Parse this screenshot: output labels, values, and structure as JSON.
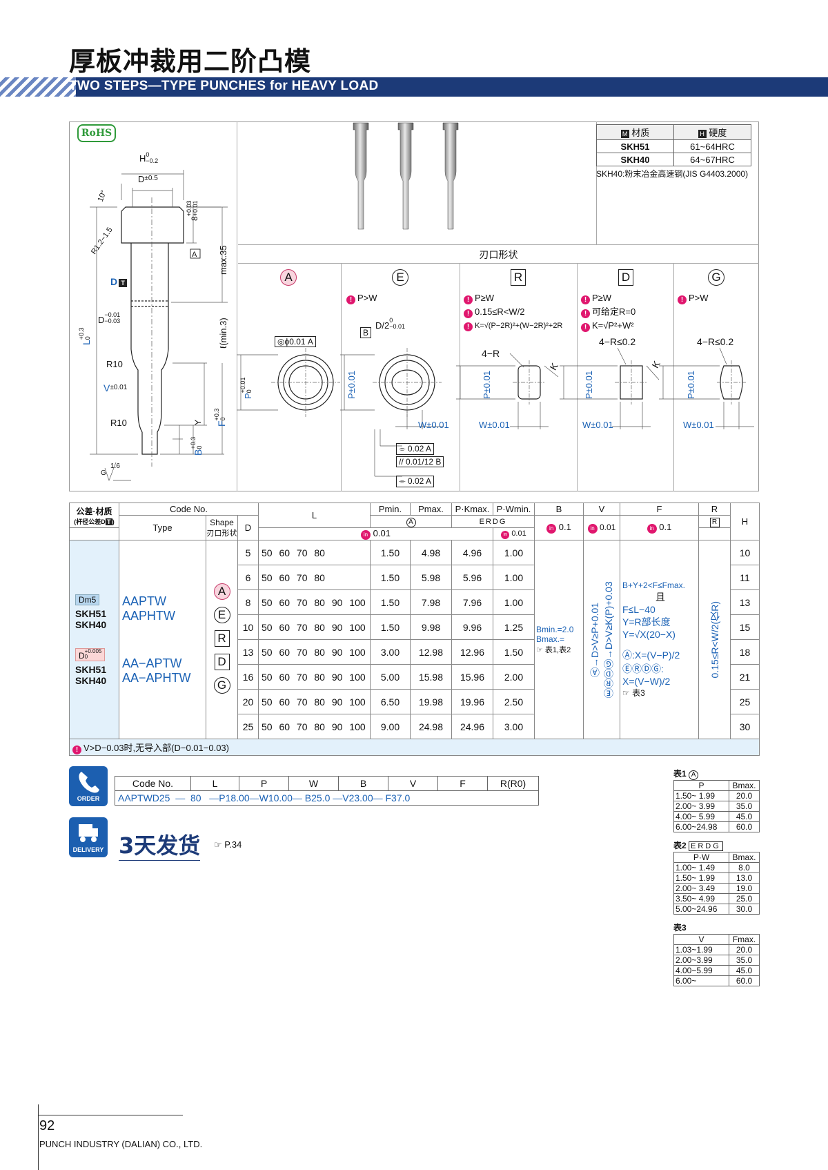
{
  "header": {
    "title_cn": "厚板冲裁用二阶凸模",
    "title_en": "TWO STEPS—TYPE PUNCHES for HEAVY LOAD"
  },
  "badge": {
    "rohs": "RoHS"
  },
  "drawing_labels": {
    "h_tol": "H",
    "h_tol_sup": "0",
    "h_tol_sub": "−0.2",
    "d_tol": "D",
    "d_tol_val": "±0.5",
    "angle": "10°",
    "r_head": "R1.2~1.5",
    "head_h": "8",
    "head_h_sup": "+0.03",
    "head_h_sub": "+0.01",
    "ref_a": "A",
    "max35": "max.35",
    "d_t": "D",
    "d_t_icon": "T",
    "d_shank": "D",
    "d_shank_sup": "−0.01",
    "d_shank_sub": "−0.03",
    "l_main": "L",
    "l_main_sup": "+0.3",
    "l_main_sub": "0",
    "l_min": "ℓ(min.3)",
    "r10a": "R10",
    "v_tol": "V",
    "v_tol_val": "±0.01",
    "r10b": "R10",
    "y_label": "Y",
    "f_label": "F",
    "f_sup": "+0.3",
    "f_sub": "0",
    "b_label": "B",
    "b_sup": "+0.3",
    "b_sub": "0",
    "roughness": "1.6",
    "g_label": "G"
  },
  "material": {
    "col1": "材质",
    "col2": "硬度",
    "col1_icon": "M",
    "col2_icon": "H",
    "rows": [
      {
        "mat": "SKH51",
        "hard": "61~64HRC"
      },
      {
        "mat": "SKH40",
        "hard": "64~67HRC"
      }
    ],
    "note": "SKH40:粉末冶金高速钢(JIS G4403.2000)"
  },
  "shapes": {
    "header": "刃口形状",
    "list": [
      {
        "letter": "A",
        "conds": []
      },
      {
        "letter": "E",
        "conds": [
          "P>W"
        ]
      },
      {
        "letter": "R",
        "conds": [
          "P≥W",
          "0.15≤R<W/2",
          "K=√(P−2R)²+(W−2R)²+2R"
        ]
      },
      {
        "letter": "D",
        "conds": [
          "P≥W",
          "可给定R=0",
          "K=√P²+W²"
        ]
      },
      {
        "letter": "G",
        "conds": [
          "P>W"
        ]
      }
    ],
    "labels": {
      "conc": "◎ϕ0.01 A",
      "p_tol": "P",
      "p_sup": "+0.01",
      "p_sub": "0",
      "p_tol2": "P±0.01",
      "w_tol": "W±0.01",
      "d2": "D/2",
      "d2_sup": "0",
      "d2_sub": "−0.01",
      "b_ref": "B",
      "sym1": "⌯ 0.02 A",
      "par1": "// 0.01/12 B",
      "sym2": "⌯ 0.02 A",
      "r4": "4−R",
      "r4b": "4−R≤0.2",
      "k": "K"
    }
  },
  "main_table": {
    "h_code": "Code No.",
    "h_tol_mat": "公差·材质",
    "h_tol_mat_sub": "(杆径公差D",
    "h_tol_mat_sub2": "T",
    "h_tol_mat_sub3": ")",
    "h_type": "Type",
    "h_shape": "Shape",
    "h_shape_cn": "刃口形状",
    "h_d": "D",
    "h_l": "L",
    "h_pmin": "Pmin.",
    "h_pmax": "Pmax.",
    "h_pk": "P·Kmax.",
    "h_pw": "P·Wmin.",
    "h_b": "B",
    "h_v": "V",
    "h_f": "F",
    "h_r": "R",
    "h_h": "H",
    "sub_a": "A",
    "sub_erdg": "ERDG",
    "sub_r": "R",
    "in_icon": "in",
    "tol_001": "0.01",
    "tol_01": "0.1",
    "dm5": "Dm5",
    "mat1": "SKH51",
    "mat2": "SKH40",
    "type1": "AAPTW",
    "type2": "AAPHTW",
    "d_pink": "D",
    "d_pink_sup": "+0.005",
    "d_pink_sub": "0",
    "type3": "AA−APTW",
    "type4": "AA−APHTW",
    "shape_letters": [
      "A",
      "E",
      "R",
      "D",
      "G"
    ],
    "rows": [
      {
        "d": "5",
        "l": "50 60 70 80",
        "pmin": "1.50",
        "pmax": "4.98",
        "pk": "4.96",
        "pw": "1.00",
        "h": "10"
      },
      {
        "d": "6",
        "l": "50 60 70 80",
        "pmin": "1.50",
        "pmax": "5.98",
        "pk": "5.96",
        "pw": "1.00",
        "h": "11"
      },
      {
        "d": "8",
        "l": "50 60 70 80 90 100",
        "pmin": "1.50",
        "pmax": "7.98",
        "pk": "7.96",
        "pw": "1.00",
        "h": "13"
      },
      {
        "d": "10",
        "l": "50 60 70 80 90 100",
        "pmin": "1.50",
        "pmax": "9.98",
        "pk": "9.96",
        "pw": "1.25",
        "h": "15"
      },
      {
        "d": "13",
        "l": "50 60 70 80 90 100",
        "pmin": "3.00",
        "pmax": "12.98",
        "pk": "12.96",
        "pw": "1.50",
        "h": "18"
      },
      {
        "d": "16",
        "l": "50 60 70 80 90 100",
        "pmin": "5.00",
        "pmax": "15.98",
        "pk": "15.96",
        "pw": "2.00",
        "h": "21"
      },
      {
        "d": "20",
        "l": "50 60 70 80 90 100",
        "pmin": "6.50",
        "pmax": "19.98",
        "pk": "19.96",
        "pw": "2.50",
        "h": "25"
      },
      {
        "d": "25",
        "l": "50 60 70 80 90 100",
        "pmin": "9.00",
        "pmax": "24.98",
        "pk": "24.96",
        "pw": "3.00",
        "h": "30"
      }
    ],
    "b_text1": "Bmin.=2.0",
    "b_text2": "Bmax.=",
    "b_text3": "☞ 表1,表2",
    "v_text": "Ⓐ→D>V≥P+0.01   ⒺⓇⒹⒼ→D>V≥K(P)+0.03",
    "f_text1": "B+Y+2<F≤Fmax.",
    "f_text2": "且",
    "f_text3": "F≤L−40",
    "f_text4": "Y=R部长度",
    "f_text5": "Y=√X(20−X)",
    "f_text6": "Ⓐ:X=(V−P)/2",
    "f_text7": "ⒺⓇⒹⒼ:",
    "f_text8": "X=(V−W)/2",
    "f_text9": "☞ 表3",
    "r_text": "0.15≤R<W/2(仅R)",
    "footnote": "V>D−0.03时,无导入部(D−0.01−0.03)"
  },
  "order": {
    "icon_label": "ORDER",
    "headers": [
      "Code No.",
      "L",
      "P",
      "W",
      "B",
      "V",
      "F",
      "R(R0)"
    ],
    "example": "AAPTWD25  —  80   —P18.00—W10.00— B25.0 —V23.00— F37.0"
  },
  "delivery": {
    "icon_label": "DELIVERY",
    "text": "3天发货",
    "ref": "☞ P.34"
  },
  "side_tables": [
    {
      "title": "表1",
      "tag": "A",
      "headers": [
        "P",
        "Bmax."
      ],
      "rows": [
        [
          "1.50~ 1.99",
          "20.0"
        ],
        [
          "2.00~ 3.99",
          "35.0"
        ],
        [
          "4.00~ 5.99",
          "45.0"
        ],
        [
          "6.00~24.98",
          "60.0"
        ]
      ]
    },
    {
      "title": "表2",
      "tag": "ERDG",
      "headers": [
        "P·W",
        "Bmax."
      ],
      "rows": [
        [
          "1.00~ 1.49",
          "8.0"
        ],
        [
          "1.50~ 1.99",
          "13.0"
        ],
        [
          "2.00~ 3.49",
          "19.0"
        ],
        [
          "3.50~ 4.99",
          "25.0"
        ],
        [
          "5.00~24.96",
          "30.0"
        ]
      ]
    },
    {
      "title": "表3",
      "tag": "",
      "headers": [
        "V",
        "Fmax."
      ],
      "rows": [
        [
          "1.03~1.99",
          "20.0"
        ],
        [
          "2.00~3.99",
          "35.0"
        ],
        [
          "4.00~5.99",
          "45.0"
        ],
        [
          "6.00~",
          "60.0"
        ]
      ]
    }
  ],
  "footer": {
    "page": "92",
    "company": "PUNCH INDUSTRY (DALIAN) CO., LTD."
  }
}
